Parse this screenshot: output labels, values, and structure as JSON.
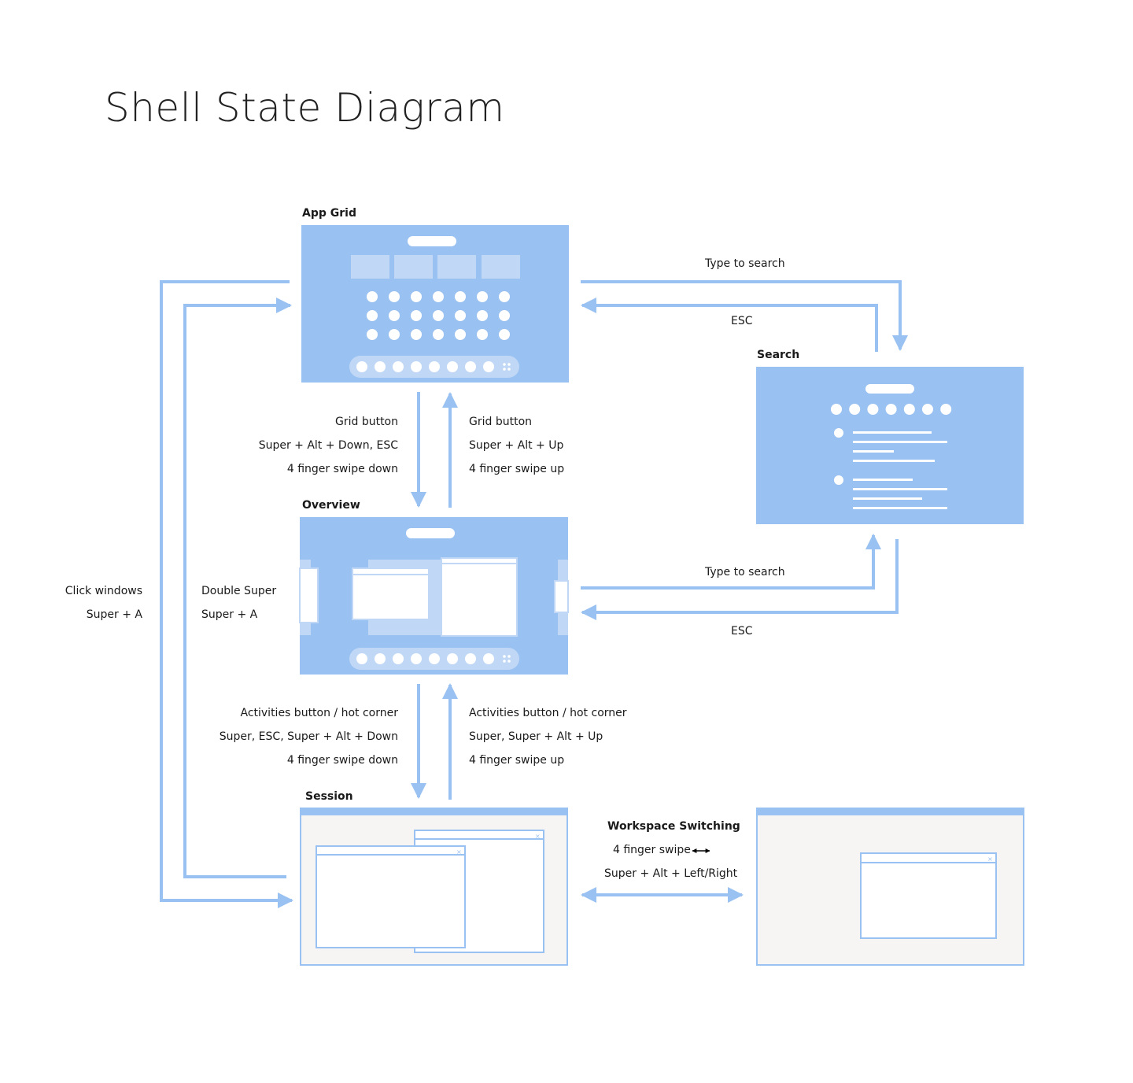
{
  "title": "Shell State Diagram",
  "nodes": {
    "app_grid": "App Grid",
    "overview": "Overview",
    "search": "Search",
    "session": "Session"
  },
  "edges": {
    "appgrid_to_search": "Type to search",
    "search_to_appgrid": "ESC",
    "overview_to_search": "Type to search",
    "search_to_overview": "ESC",
    "appgrid_to_overview": [
      "Grid button",
      "Super + Alt + Down, ESC",
      "4 finger swipe down"
    ],
    "overview_to_appgrid": [
      "Grid button",
      "Super + Alt + Up",
      "4 finger swipe up"
    ],
    "overview_to_session": [
      "Activities button / hot corner",
      "Super, ESC, Super + Alt + Down",
      "4 finger swipe down"
    ],
    "session_to_overview": [
      "Activities button / hot corner",
      "Super, Super + Alt + Up",
      "4 finger swipe up"
    ],
    "appgrid_to_session": [
      "Click windows",
      "Super + A"
    ],
    "session_to_appgrid": [
      "Double Super",
      "Super + A"
    ],
    "workspace": {
      "title": "Workspace Switching",
      "line1": "4 finger swipe",
      "line2": "Super + Alt + Left/Right"
    }
  },
  "colors": {
    "accent": "#99c1f1",
    "accent_light": "#c0d8f6",
    "session_bg": "#f6f5f4"
  }
}
